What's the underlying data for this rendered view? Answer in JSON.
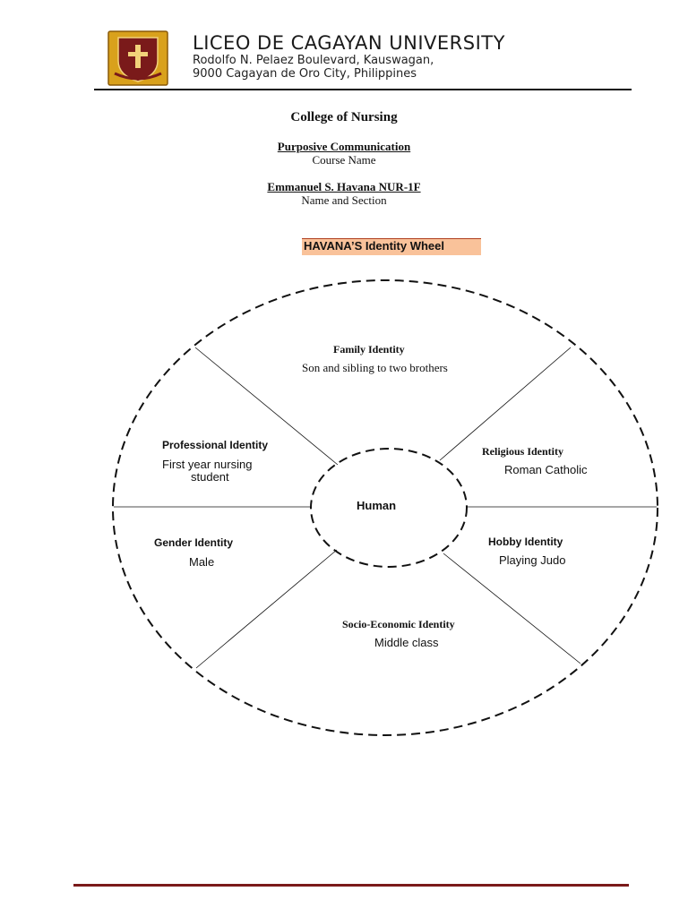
{
  "header": {
    "university_name": "LICEO DE CAGAYAN UNIVERSITY",
    "address_line1": "Rodolfo N. Pelaez Boulevard, Kauswagan,",
    "address_line2": "9000 Cagayan de Oro City, Philippines"
  },
  "document": {
    "college": "College of Nursing",
    "course_title": "Purposive Communication",
    "course_label": "Course Name",
    "student_name": "Emmanuel S. Havana NUR-1F",
    "student_label": "Name and Section",
    "wheel_title": "HAVANA’S Identity Wheel",
    "title_highlight_color": "#f9c29a"
  },
  "wheel": {
    "center": "Human",
    "segments": {
      "family": {
        "title": "Family Identity",
        "value": "Son and sibling to two brothers"
      },
      "religious": {
        "title": "Religious  Identity",
        "value": "Roman Catholic"
      },
      "hobby": {
        "title": "Hobby Identity",
        "value": "Playing Judo"
      },
      "socio_economic": {
        "title": "Socio-Economic Identity",
        "value": "Middle class"
      },
      "gender": {
        "title": "Gender Identity",
        "value": "Male"
      },
      "professional": {
        "title": "Professional Identity",
        "value_line1": "First year nursing",
        "value_line2": "student"
      }
    }
  },
  "footer": {
    "rule_color": "#7a1a1a"
  }
}
